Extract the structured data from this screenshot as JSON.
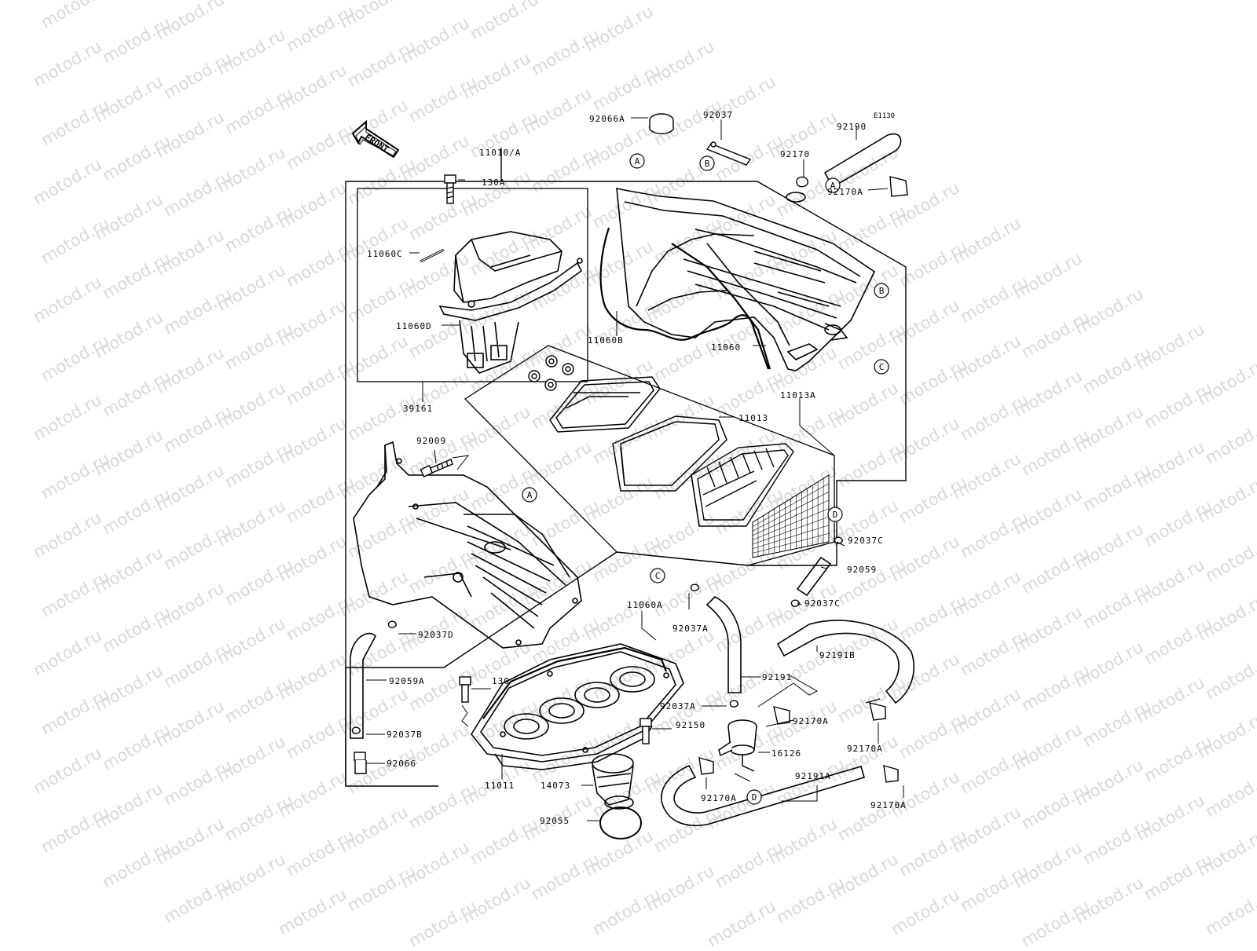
{
  "watermark": "motod.ru",
  "diagram_code": "E1130",
  "front_label": "FRONT",
  "colors": {
    "ink": "#000000",
    "watermark": "#d9d9d9",
    "background": "#ffffff"
  },
  "part_labels": [
    {
      "id": "p92066A",
      "text": "92066A"
    },
    {
      "id": "p92037",
      "text": "92037"
    },
    {
      "id": "p92190",
      "text": "92190"
    },
    {
      "id": "p11010A",
      "text": "11010/A"
    },
    {
      "id": "p92170",
      "text": "92170"
    },
    {
      "id": "p92170A_top",
      "text": "92170A"
    },
    {
      "id": "p130A",
      "text": "130A"
    },
    {
      "id": "p11060C",
      "text": "11060C"
    },
    {
      "id": "p11060D",
      "text": "11060D"
    },
    {
      "id": "p11060B",
      "text": "11060B"
    },
    {
      "id": "p11060",
      "text": "11060"
    },
    {
      "id": "p39161",
      "text": "39161"
    },
    {
      "id": "p11013A",
      "text": "11013A"
    },
    {
      "id": "p11013",
      "text": "11013"
    },
    {
      "id": "p92009",
      "text": "92009"
    },
    {
      "id": "p92037C_1",
      "text": "92037C"
    },
    {
      "id": "p92059",
      "text": "92059"
    },
    {
      "id": "p92037C_2",
      "text": "92037C"
    },
    {
      "id": "p11060A",
      "text": "11060A"
    },
    {
      "id": "p92037A_1",
      "text": "92037A"
    },
    {
      "id": "p92037D",
      "text": "92037D"
    },
    {
      "id": "p92191B",
      "text": "92191B"
    },
    {
      "id": "p92059A",
      "text": "92059A"
    },
    {
      "id": "p130",
      "text": "130"
    },
    {
      "id": "p92191",
      "text": "92191"
    },
    {
      "id": "p92037A_2",
      "text": "92037A"
    },
    {
      "id": "p92170A_1",
      "text": "92170A"
    },
    {
      "id": "p92150",
      "text": "92150"
    },
    {
      "id": "p92037B",
      "text": "92037B"
    },
    {
      "id": "p16126",
      "text": "16126"
    },
    {
      "id": "p92170A_2",
      "text": "92170A"
    },
    {
      "id": "p92066",
      "text": "92066"
    },
    {
      "id": "p92191A",
      "text": "92191A"
    },
    {
      "id": "p11011",
      "text": "11011"
    },
    {
      "id": "p14073",
      "text": "14073"
    },
    {
      "id": "p92170A_3",
      "text": "92170A"
    },
    {
      "id": "p92170A_4",
      "text": "92170A"
    },
    {
      "id": "p92055",
      "text": "92055"
    }
  ],
  "callouts": [
    {
      "id": "cA1",
      "letter": "A"
    },
    {
      "id": "cB1",
      "letter": "B"
    },
    {
      "id": "cA2",
      "letter": "A"
    },
    {
      "id": "cB2",
      "letter": "B"
    },
    {
      "id": "cC1",
      "letter": "C"
    },
    {
      "id": "cA3",
      "letter": "A"
    },
    {
      "id": "cD1",
      "letter": "D"
    },
    {
      "id": "cC2",
      "letter": "C"
    },
    {
      "id": "cD2",
      "letter": "D"
    }
  ]
}
